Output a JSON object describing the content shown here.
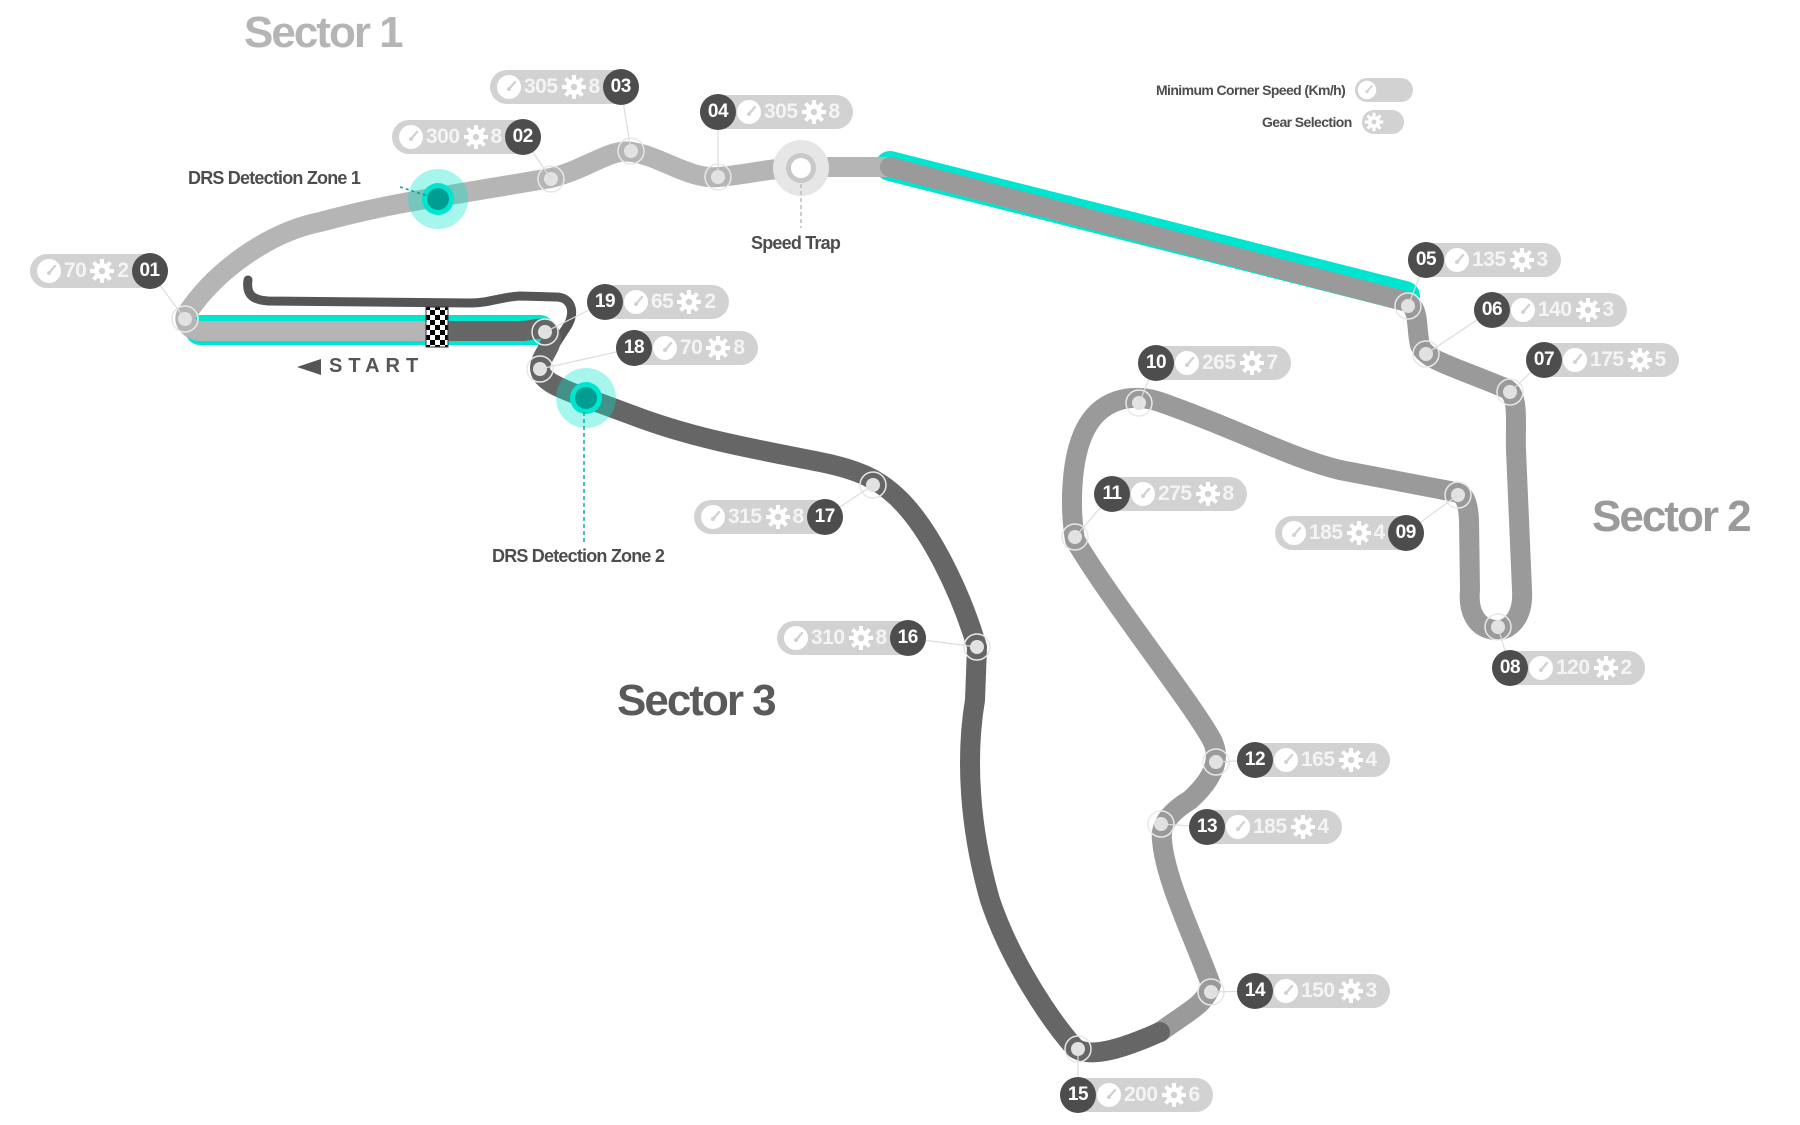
{
  "sectors": [
    {
      "label": "Sector 1",
      "color": "#b5b5b5"
    },
    {
      "label": "Sector 2",
      "color": "#9a9a9a"
    },
    {
      "label": "Sector 3",
      "color": "#666666"
    }
  ],
  "legend": {
    "min_speed_label": "Minimum Corner Speed (Km/h)",
    "gear_label": "Gear Selection"
  },
  "annotations": {
    "drs1": "DRS Detection Zone 1",
    "drs2": "DRS Detection Zone 2",
    "speed_trap": "Speed Trap",
    "start": "START"
  },
  "colors": {
    "drs_accent": "#00e5cf",
    "drs_dot": "#009e92",
    "pill_bg": "#d2d2d2",
    "turn_badge": "#4d4d4d",
    "sector1_track": "#b5b5b5",
    "sector2_track": "#9a9a9a",
    "sector3_track": "#666666"
  },
  "corners": [
    {
      "turn": "01",
      "speed": "70",
      "gear": "2",
      "sector": 1
    },
    {
      "turn": "02",
      "speed": "300",
      "gear": "8",
      "sector": 1
    },
    {
      "turn": "03",
      "speed": "305",
      "gear": "8",
      "sector": 1
    },
    {
      "turn": "04",
      "speed": "305",
      "gear": "8",
      "sector": 1
    },
    {
      "turn": "05",
      "speed": "135",
      "gear": "3",
      "sector": 2
    },
    {
      "turn": "06",
      "speed": "140",
      "gear": "3",
      "sector": 2
    },
    {
      "turn": "07",
      "speed": "175",
      "gear": "5",
      "sector": 2
    },
    {
      "turn": "08",
      "speed": "120",
      "gear": "2",
      "sector": 2
    },
    {
      "turn": "09",
      "speed": "185",
      "gear": "4",
      "sector": 2
    },
    {
      "turn": "10",
      "speed": "265",
      "gear": "7",
      "sector": 2
    },
    {
      "turn": "11",
      "speed": "275",
      "gear": "8",
      "sector": 2
    },
    {
      "turn": "12",
      "speed": "165",
      "gear": "4",
      "sector": 2
    },
    {
      "turn": "13",
      "speed": "185",
      "gear": "4",
      "sector": 2
    },
    {
      "turn": "14",
      "speed": "150",
      "gear": "3",
      "sector": 2
    },
    {
      "turn": "15",
      "speed": "200",
      "gear": "6",
      "sector": 3
    },
    {
      "turn": "16",
      "speed": "310",
      "gear": "8",
      "sector": 3
    },
    {
      "turn": "17",
      "speed": "315",
      "gear": "8",
      "sector": 3
    },
    {
      "turn": "18",
      "speed": "70",
      "gear": "8",
      "sector": 3
    },
    {
      "turn": "19",
      "speed": "65",
      "gear": "2",
      "sector": 3
    }
  ]
}
